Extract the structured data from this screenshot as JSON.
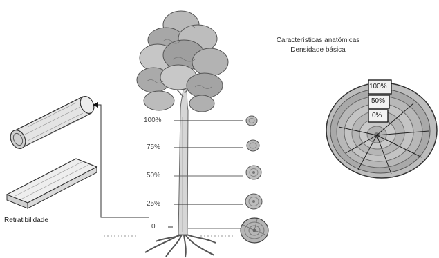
{
  "title": {
    "line1": "Características anatômicas",
    "line2": "Densidade básica"
  },
  "height_levels": [
    "100%",
    "75%",
    "50%",
    "25%",
    "0"
  ],
  "cross_section_rings": [
    "100%",
    "50%",
    "0%"
  ],
  "retratibilidade_label": "Retratibilidade",
  "icons": [
    "tree-icon",
    "log-icon",
    "plank-icon",
    "stem-disk-icon",
    "cross-section-icon",
    "arrow-icon"
  ]
}
